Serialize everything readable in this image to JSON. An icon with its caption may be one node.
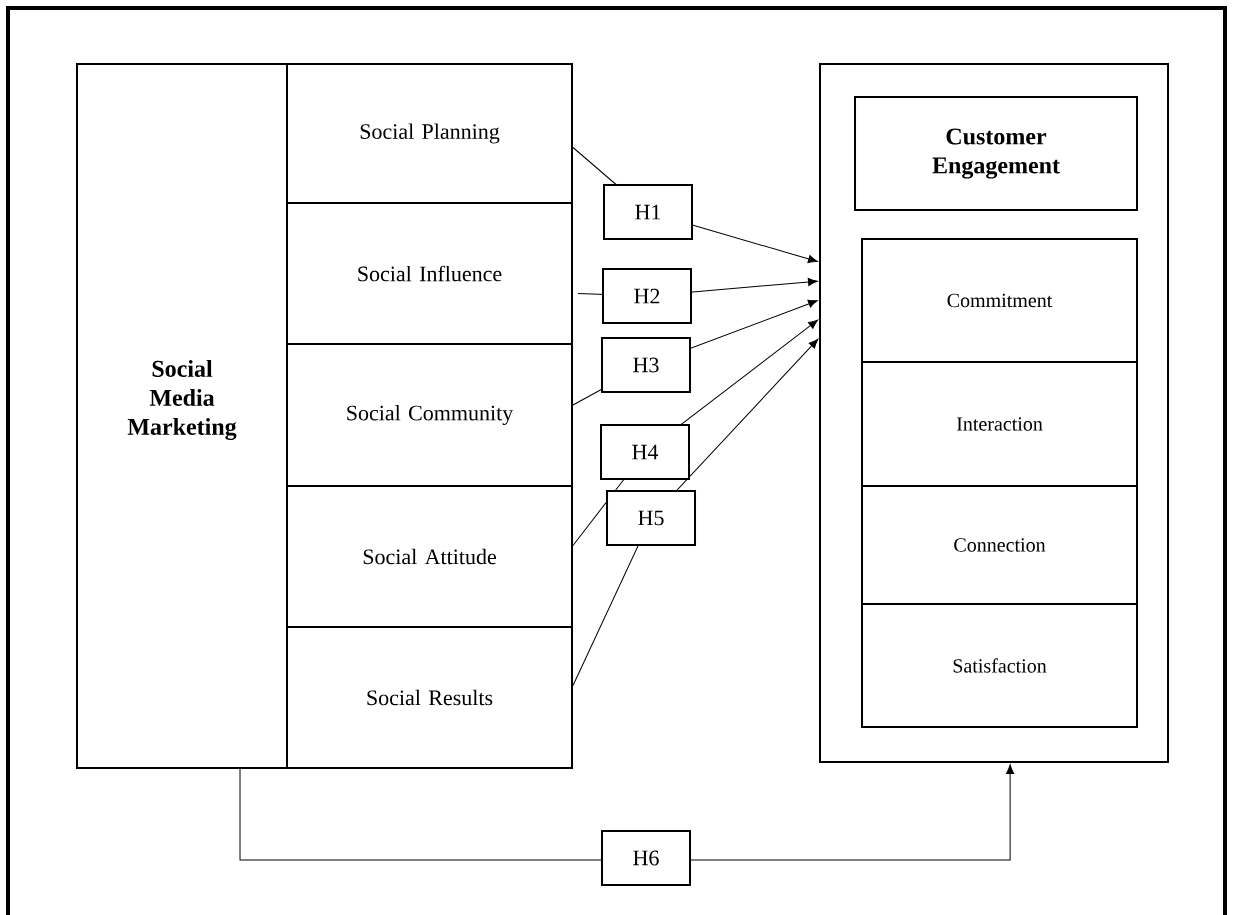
{
  "diagram": {
    "nodes": [
      {
        "text": [
          "Social Media Marketing"
        ]
      },
      {
        "text": [
          "Social Planning"
        ],
        "in": 0
      },
      {
        "text": [
          "Social Influence"
        ],
        "in": 0
      },
      {
        "text": [
          "Social Community"
        ],
        "in": 0
      },
      {
        "text": [
          "Social Attitude"
        ],
        "in": 0
      },
      {
        "text": [
          "Social Results"
        ],
        "in": 0
      },
      {
        "text": [],
        "shape": "box"
      },
      {
        "text": [
          "Customer Engagement"
        ],
        "in": 6
      },
      {
        "text": [
          "Commitment"
        ],
        "in": 6
      },
      {
        "text": [
          "Interaction"
        ],
        "in": 6
      },
      {
        "text": [
          "Connection"
        ],
        "in": 6
      },
      {
        "text": [
          "Satisfaction"
        ],
        "in": 6
      }
    ],
    "edges": [
      {
        "from": 1,
        "to": 6,
        "arrow": "to",
        "label": "H1"
      },
      {
        "from": 2,
        "to": 6,
        "arrow": "to",
        "label": "H2"
      },
      {
        "from": 3,
        "to": 6,
        "arrow": "to",
        "label": "H3"
      },
      {
        "from": 4,
        "to": 6,
        "arrow": "to",
        "label": "H4"
      },
      {
        "from": 5,
        "to": 6,
        "arrow": "to",
        "label": "H5"
      },
      {
        "from": 0,
        "to": 6,
        "arrow": "to",
        "label": "H6"
      }
    ]
  }
}
